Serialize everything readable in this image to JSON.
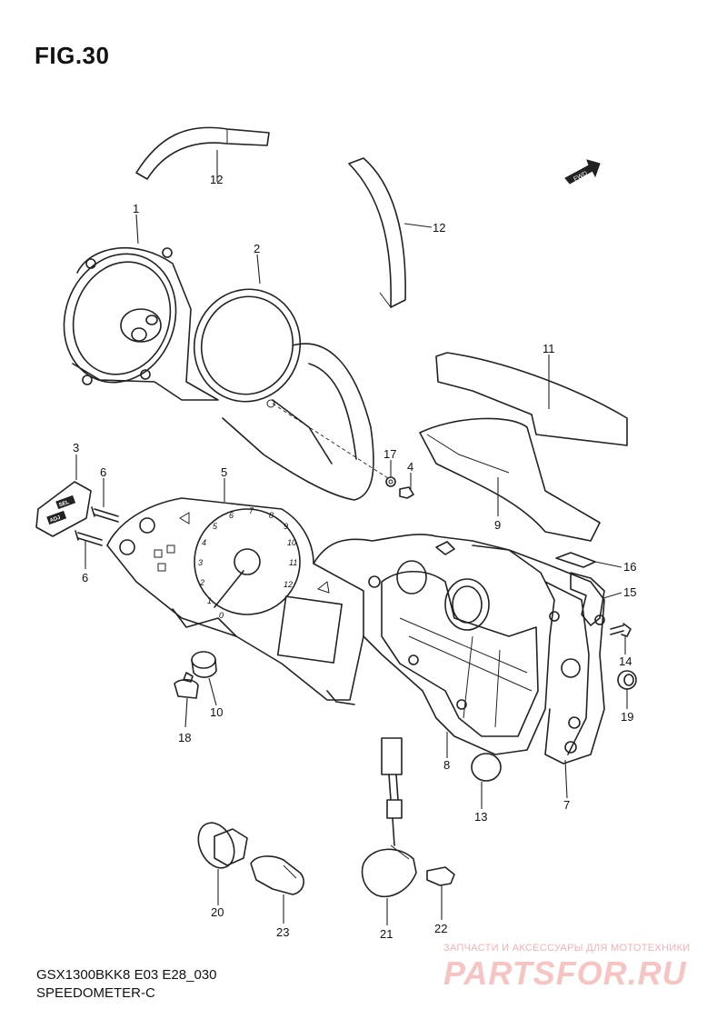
{
  "figure": {
    "title": "FIG.30"
  },
  "fwd_label": "FWD",
  "button_labels": {
    "sel": "SEL",
    "adj": "ADJ"
  },
  "gauge_numbers": [
    "0",
    "1",
    "2",
    "3",
    "4",
    "5",
    "6",
    "7",
    "8",
    "9",
    "10",
    "11",
    "12"
  ],
  "callouts": [
    "1",
    "2",
    "3",
    "4",
    "5",
    "6",
    "6",
    "7",
    "8",
    "9",
    "10",
    "11",
    "12",
    "12",
    "13",
    "14",
    "15",
    "16",
    "17",
    "18",
    "19",
    "20",
    "21",
    "22",
    "23"
  ],
  "footer": {
    "model": "GSX1300BKK8 E03 E28_030",
    "section": "SPEEDOMETER-C"
  },
  "watermark": {
    "tagline": "ЗАПЧАСТИ И АКСЕССУАРЫ ДЛЯ МОТОТЕХНИКИ",
    "brand": "PARTSFOR.RU"
  }
}
